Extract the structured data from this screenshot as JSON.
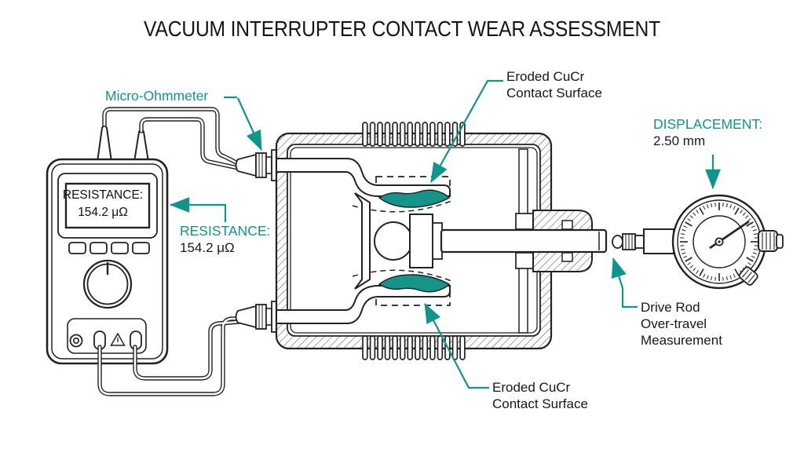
{
  "colors": {
    "accent": "#0F968A",
    "lens": "#17948A",
    "ink": "#1B1B1B"
  },
  "title": "VACUUM INTERRUPTER CONTACT WEAR ASSESSMENT",
  "ohmmeter": {
    "label": "Micro-Ohmmeter",
    "display": {
      "line1": "RESISTANCE:",
      "line2": "154.2 μΩ"
    }
  },
  "callouts": {
    "resistance": {
      "label": "RESISTANCE:",
      "value": "154.2 μΩ"
    },
    "displacement": {
      "label": "DISPLACEMENT:",
      "value": "2.50 mm"
    },
    "eroded_top": {
      "line1": "Eroded CuCr",
      "line2": "Contact Surface"
    },
    "eroded_bottom": {
      "line1": "Eroded CuCr",
      "line2": "Contact Surface"
    },
    "drive_rod": {
      "line1": "Drive Rod",
      "line2": "Over-travel",
      "line3": "Measurement"
    }
  }
}
